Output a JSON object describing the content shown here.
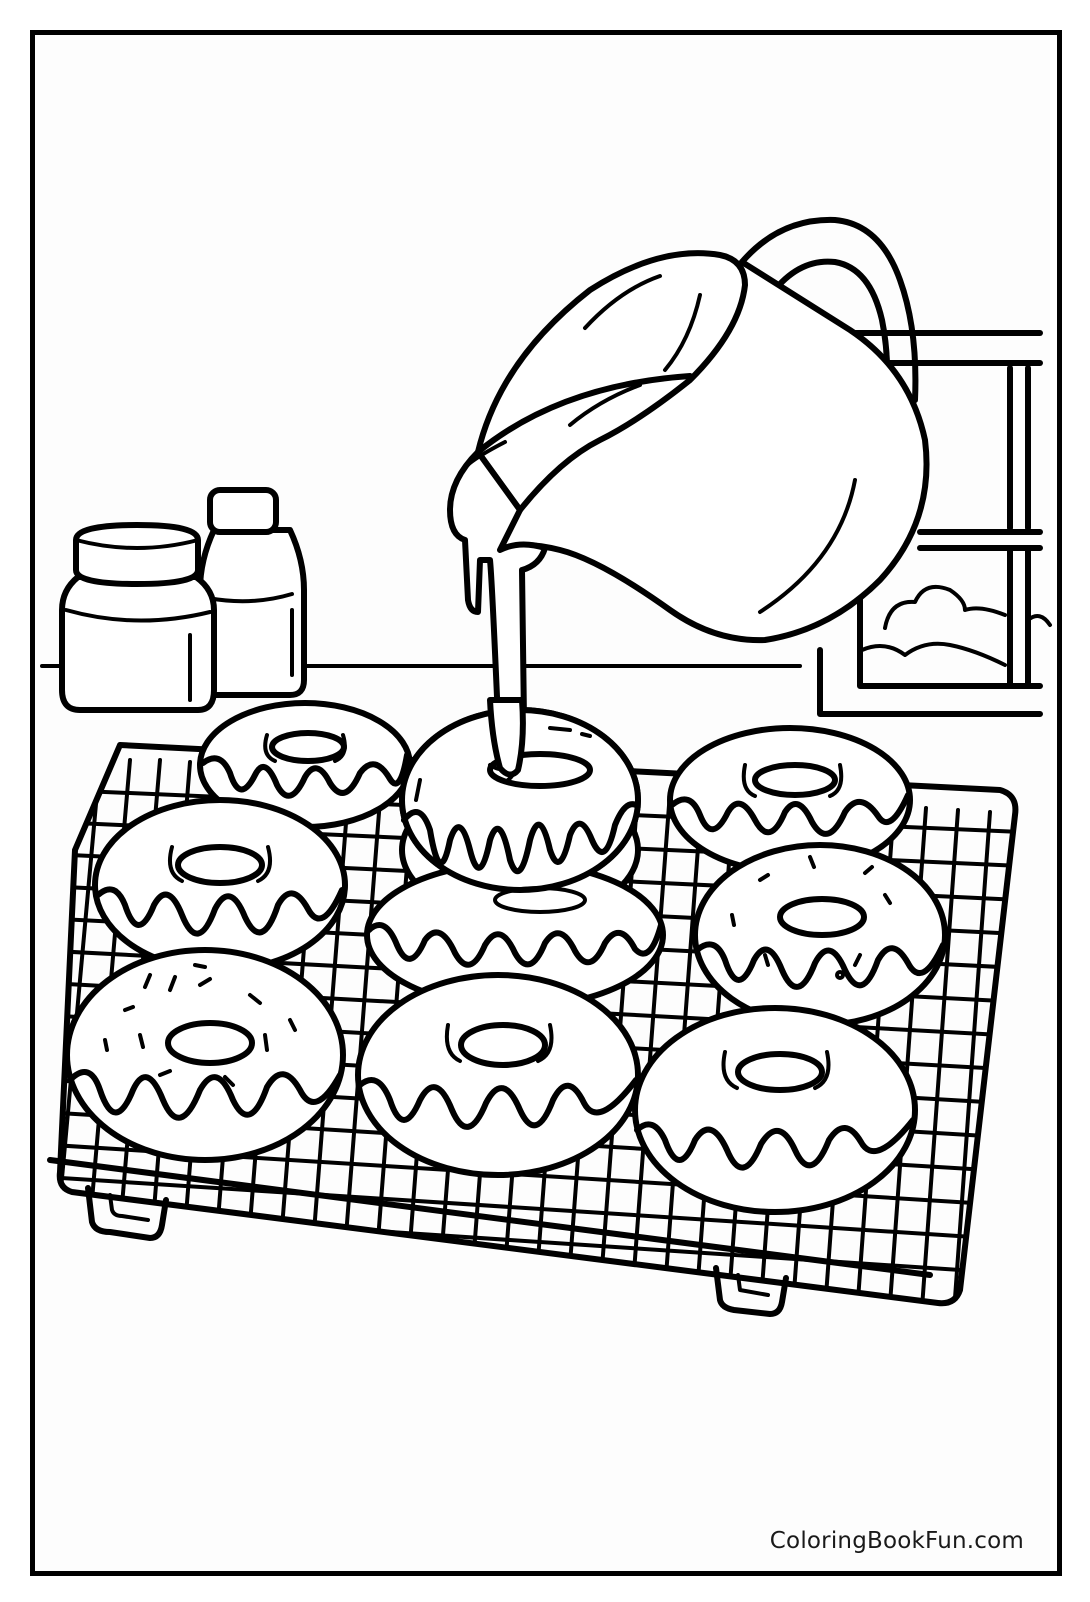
{
  "page": {
    "type": "coloring-page",
    "subject": "Pouring glaze over donuts on a cooling rack",
    "watermark": "ColoringBookFun.com"
  },
  "colors": {
    "ink": "#000000",
    "paper": "#ffffff"
  },
  "scene": {
    "elements": [
      {
        "name": "pitcher",
        "description": "Tilted pitcher pouring glaze"
      },
      {
        "name": "glaze-stream",
        "description": "Glaze dripping onto top donut"
      },
      {
        "name": "jar",
        "description": "Wide jar with lid, left of counter"
      },
      {
        "name": "bottle",
        "description": "Bottle with cap behind jar"
      },
      {
        "name": "window",
        "description": "Window with clouds, right side"
      },
      {
        "name": "cooling-rack",
        "description": "Wire grid cooling rack with legs"
      },
      {
        "name": "donuts",
        "count": 9,
        "with_sprinkles": 2,
        "stacked": 1
      }
    ]
  }
}
